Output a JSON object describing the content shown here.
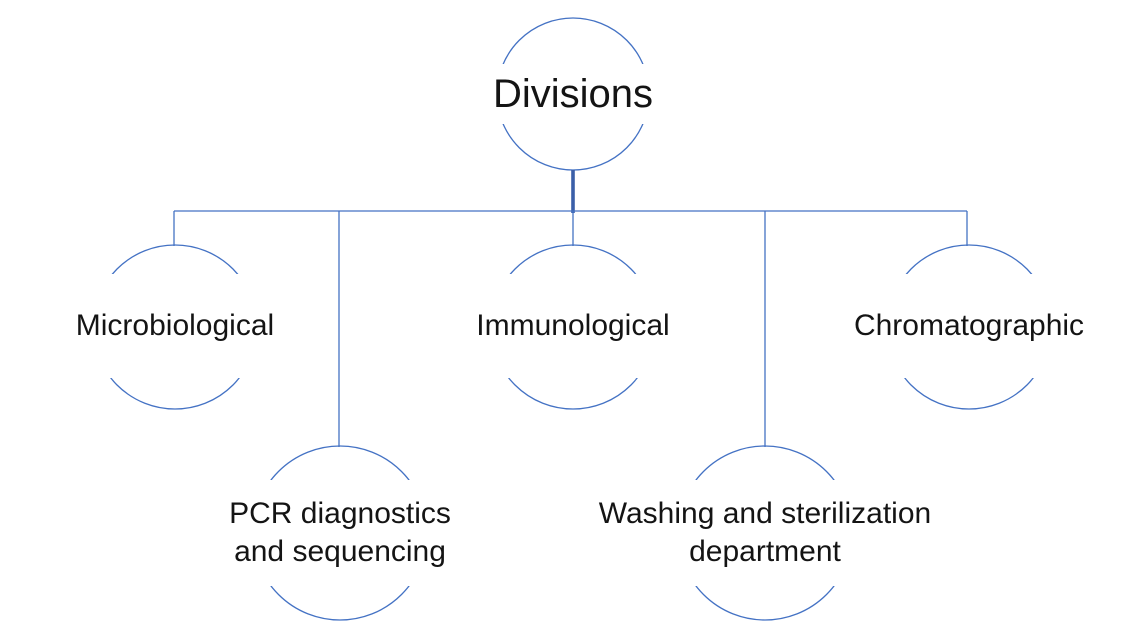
{
  "diagram": {
    "type": "org-chart",
    "root": {
      "label": "Divisions"
    },
    "children": [
      {
        "id": "microbiological",
        "line1": "Microbiological",
        "line2": "",
        "row": 1
      },
      {
        "id": "pcr-diagnostics",
        "line1": "PCR diagnostics",
        "line2": "and sequencing",
        "row": 2
      },
      {
        "id": "immunological",
        "line1": "Immunological",
        "line2": "",
        "row": 1
      },
      {
        "id": "washing-sterilization",
        "line1": "Washing and sterilization",
        "line2": "department",
        "row": 2
      },
      {
        "id": "chromatographic",
        "line1": "Chromatographic",
        "line2": "",
        "row": 1
      }
    ]
  },
  "colors": {
    "stroke": "#4472C4",
    "stroke_thick": "#3B5FA8",
    "text": "#141414",
    "background": "#FFFFFF"
  }
}
